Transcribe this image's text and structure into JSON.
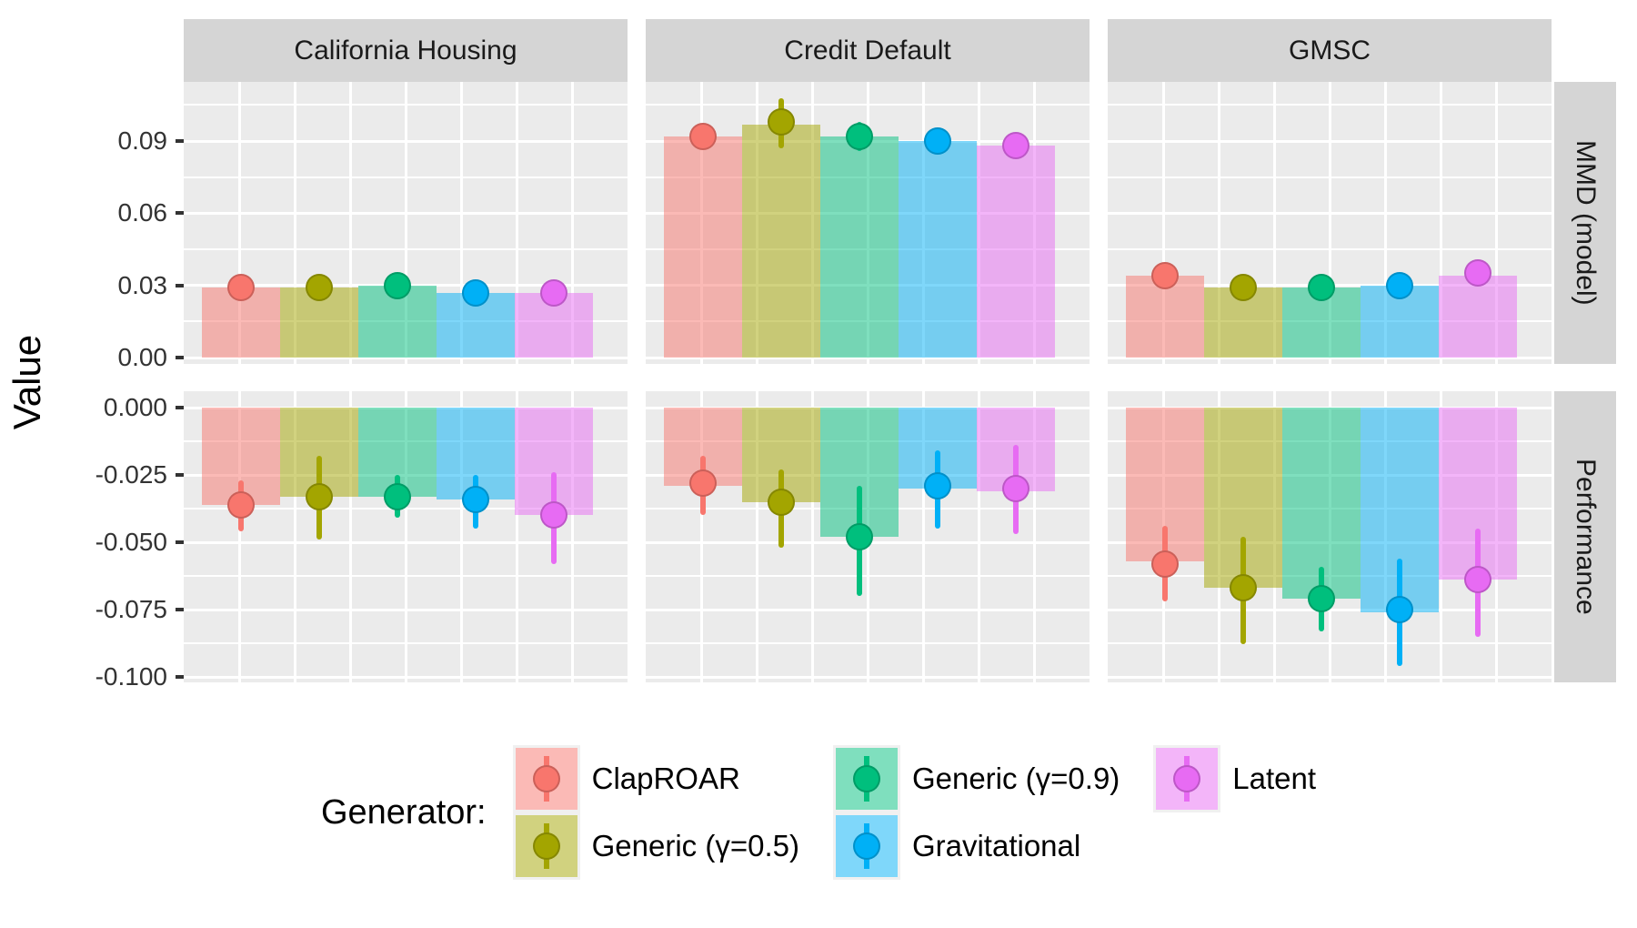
{
  "y_axis_title": "Value",
  "legend": {
    "title": "Generator:",
    "columns": [
      [
        0,
        1
      ],
      [
        2,
        3
      ],
      [
        4
      ]
    ]
  },
  "chart_data": {
    "type": "bar",
    "title": "",
    "xlabel": "",
    "ylabel": "Value",
    "legend_title": "Generator:",
    "facet_columns": [
      "California Housing",
      "Credit Default",
      "GMSC"
    ],
    "facet_rows": [
      "MMD (model)",
      "Performance"
    ],
    "series_names": [
      "ClapROAR",
      "Generic (γ=0.5)",
      "Generic (γ=0.9)",
      "Gravitational",
      "Latent"
    ],
    "series_colors": [
      "#F8766D",
      "#A3A500",
      "#00BF7D",
      "#00B0F6",
      "#E76BF3"
    ],
    "grid": "on",
    "legend_position": "bottom",
    "y_axis_top": {
      "tick_labels": [
        "0.09",
        "0.06",
        "0.03",
        "0.00"
      ],
      "tick_values": [
        0.09,
        0.06,
        0.03,
        0.0
      ],
      "minor_values": [
        0.105,
        0.075,
        0.045,
        0.015
      ],
      "ylim": [
        0.0,
        0.114
      ]
    },
    "y_axis_bottom": {
      "tick_labels": [
        "0.000",
        "-0.025",
        "-0.050",
        "-0.075",
        "-0.100"
      ],
      "tick_values": [
        0.0,
        -0.025,
        -0.05,
        -0.075,
        -0.1
      ],
      "minor_values": [
        -0.0125,
        -0.0375,
        -0.0625,
        -0.0875
      ],
      "ylim": [
        -0.108,
        0.006
      ]
    },
    "panels": [
      {
        "row": 0,
        "col": 0,
        "facet_row": "MMD (model)",
        "facet_col": "California Housing",
        "bars": [
          0.029,
          0.029,
          0.03,
          0.027,
          0.027
        ],
        "points": [
          0.029,
          0.029,
          0.03,
          0.027,
          0.027
        ],
        "err_low": [
          0.026,
          0.026,
          0.027,
          0.024,
          0.025
        ],
        "err_high": [
          0.032,
          0.032,
          0.033,
          0.03,
          0.03
        ]
      },
      {
        "row": 0,
        "col": 1,
        "facet_row": "MMD (model)",
        "facet_col": "Credit Default",
        "bars": [
          0.092,
          0.097,
          0.092,
          0.09,
          0.088
        ],
        "points": [
          0.092,
          0.098,
          0.092,
          0.09,
          0.088
        ],
        "err_low": [
          0.088,
          0.087,
          0.086,
          0.087,
          0.085
        ],
        "err_high": [
          0.096,
          0.108,
          0.098,
          0.093,
          0.091
        ]
      },
      {
        "row": 0,
        "col": 2,
        "facet_row": "MMD (model)",
        "facet_col": "GMSC",
        "bars": [
          0.034,
          0.029,
          0.029,
          0.03,
          0.034
        ],
        "points": [
          0.034,
          0.029,
          0.029,
          0.03,
          0.035
        ],
        "err_low": [
          0.031,
          0.027,
          0.026,
          0.027,
          0.031
        ],
        "err_high": [
          0.037,
          0.032,
          0.032,
          0.034,
          0.038
        ]
      },
      {
        "row": 1,
        "col": 0,
        "facet_row": "Performance",
        "facet_col": "California Housing",
        "bars": [
          -0.036,
          -0.033,
          -0.033,
          -0.034,
          -0.04
        ],
        "points": [
          -0.036,
          -0.033,
          -0.033,
          -0.034,
          -0.04
        ],
        "err_low": [
          -0.046,
          -0.049,
          -0.041,
          -0.045,
          -0.058
        ],
        "err_high": [
          -0.027,
          -0.018,
          -0.025,
          -0.025,
          -0.024
        ]
      },
      {
        "row": 1,
        "col": 1,
        "facet_row": "Performance",
        "facet_col": "Credit Default",
        "bars": [
          -0.029,
          -0.035,
          -0.048,
          -0.03,
          -0.031
        ],
        "points": [
          -0.028,
          -0.035,
          -0.048,
          -0.029,
          -0.03
        ],
        "err_low": [
          -0.04,
          -0.052,
          -0.07,
          -0.045,
          -0.047
        ],
        "err_high": [
          -0.018,
          -0.023,
          -0.029,
          -0.016,
          -0.014
        ]
      },
      {
        "row": 1,
        "col": 2,
        "facet_row": "Performance",
        "facet_col": "GMSC",
        "bars": [
          -0.057,
          -0.067,
          -0.071,
          -0.076,
          -0.064
        ],
        "points": [
          -0.058,
          -0.067,
          -0.071,
          -0.075,
          -0.064
        ],
        "err_low": [
          -0.072,
          -0.088,
          -0.083,
          -0.096,
          -0.085
        ],
        "err_high": [
          -0.044,
          -0.048,
          -0.059,
          -0.056,
          -0.045
        ]
      }
    ]
  }
}
